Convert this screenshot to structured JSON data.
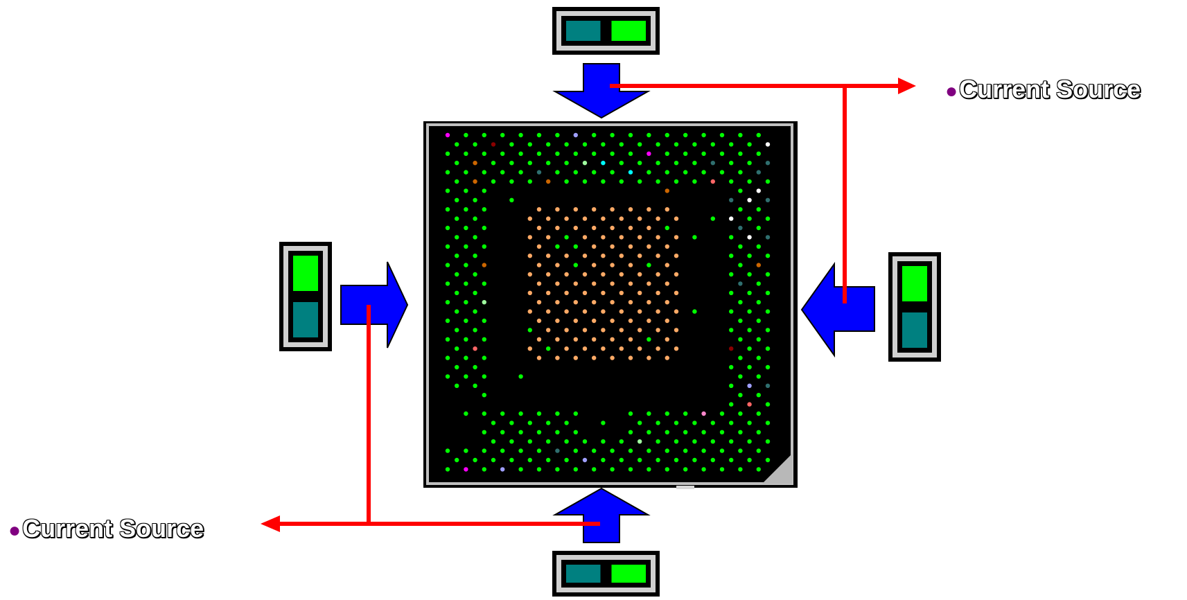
{
  "labels": {
    "current_source_right": "Current Source",
    "current_source_left": "Current Source"
  },
  "colors": {
    "background": "#ffffff",
    "chip_background": "#000000",
    "chip_border": "#c0c0c0",
    "arrow_fill": "#0000ff",
    "wire": "#ff0000",
    "bullet": "#800080",
    "led_on": "#00ff00",
    "led_off": "#008080",
    "ball_main": "#00ff00",
    "ball_core": "#ffaa66",
    "ball_accents": [
      "#ff88cc",
      "#00ffff",
      "#ffffff",
      "#808080",
      "#8b0000",
      "#cc6600",
      "#a0ffa0",
      "#ff00ff",
      "#800080",
      "#a0a0ff",
      "#d2b48c",
      "#ff6666",
      "#2f6f6f"
    ]
  },
  "icons": {
    "indicator": "current-source-indicator",
    "arrow": "blue-block-arrow",
    "bullet": "round-bullet"
  }
}
